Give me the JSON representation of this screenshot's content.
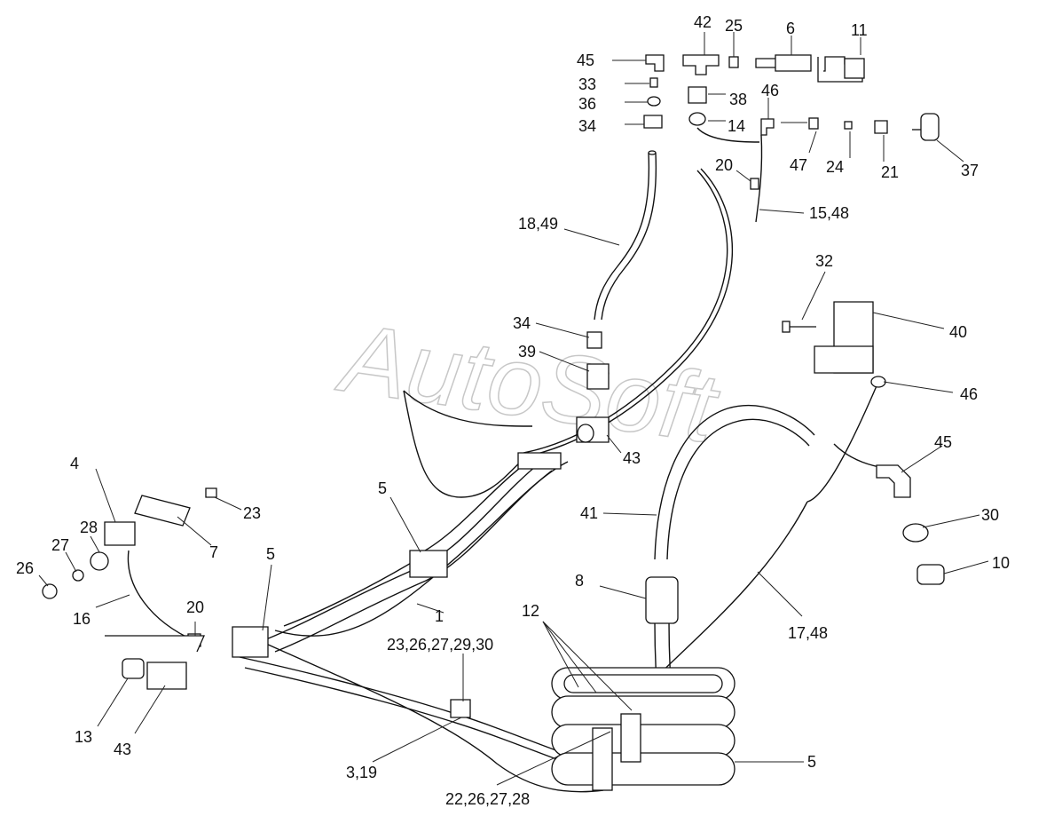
{
  "watermark": "AutoSoft",
  "labels": [
    {
      "id": "l42",
      "text": "42"
    },
    {
      "id": "l25",
      "text": "25"
    },
    {
      "id": "l6",
      "text": "6"
    },
    {
      "id": "l11",
      "text": "11"
    },
    {
      "id": "l45a",
      "text": "45"
    },
    {
      "id": "l33",
      "text": "33"
    },
    {
      "id": "l36",
      "text": "36"
    },
    {
      "id": "l34a",
      "text": "34"
    },
    {
      "id": "l38",
      "text": "38"
    },
    {
      "id": "l14",
      "text": "14"
    },
    {
      "id": "l46a",
      "text": "46"
    },
    {
      "id": "l47",
      "text": "47"
    },
    {
      "id": "l24",
      "text": "24"
    },
    {
      "id": "l21",
      "text": "21"
    },
    {
      "id": "l37",
      "text": "37"
    },
    {
      "id": "l20a",
      "text": "20"
    },
    {
      "id": "l1548",
      "text": "15,48"
    },
    {
      "id": "l1849",
      "text": "18,49"
    },
    {
      "id": "l32",
      "text": "32"
    },
    {
      "id": "l40",
      "text": "40"
    },
    {
      "id": "l34b",
      "text": "34"
    },
    {
      "id": "l39",
      "text": "39"
    },
    {
      "id": "l46b",
      "text": "46"
    },
    {
      "id": "l45b",
      "text": "45"
    },
    {
      "id": "l43a",
      "text": "43"
    },
    {
      "id": "l4",
      "text": "4"
    },
    {
      "id": "l5a",
      "text": "5"
    },
    {
      "id": "l23",
      "text": "23"
    },
    {
      "id": "l7",
      "text": "7"
    },
    {
      "id": "l28",
      "text": "28"
    },
    {
      "id": "l27",
      "text": "27"
    },
    {
      "id": "l26",
      "text": "26"
    },
    {
      "id": "l5b",
      "text": "5"
    },
    {
      "id": "l41",
      "text": "41"
    },
    {
      "id": "l30",
      "text": "30"
    },
    {
      "id": "l10",
      "text": "10"
    },
    {
      "id": "l16",
      "text": "16"
    },
    {
      "id": "l20b",
      "text": "20"
    },
    {
      "id": "l1",
      "text": "1"
    },
    {
      "id": "l8",
      "text": "8"
    },
    {
      "id": "l12",
      "text": "12"
    },
    {
      "id": "l1748",
      "text": "17,48"
    },
    {
      "id": "l2326",
      "text": "23,26,27,29,30"
    },
    {
      "id": "l13",
      "text": "13"
    },
    {
      "id": "l43b",
      "text": "43"
    },
    {
      "id": "l319",
      "text": "3,19"
    },
    {
      "id": "l5c",
      "text": "5"
    },
    {
      "id": "l2226",
      "text": "22,26,27,28"
    }
  ]
}
